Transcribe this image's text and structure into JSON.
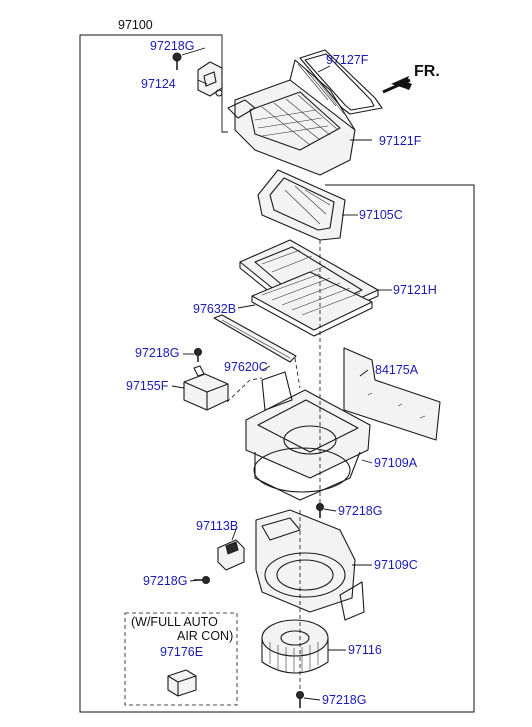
{
  "assembly_label": "97100",
  "direction_label": "FR.",
  "option_box": {
    "line1": "(W/FULL AUTO",
    "line2": "AIR CON)",
    "part": "97176E"
  },
  "parts": {
    "p97218G_top": "97218G",
    "p97124": "97124",
    "p97127F": "97127F",
    "p97121F": "97121F",
    "p97105C": "97105C",
    "p97121H": "97121H",
    "p97632B": "97632B",
    "p97218G_mid": "97218G",
    "p97620C": "97620C",
    "p84175A": "84175A",
    "p97155F": "97155F",
    "p97109A": "97109A",
    "p97218G_low": "97218G",
    "p97113B": "97113B",
    "p97109C": "97109C",
    "p97218G_left": "97218G",
    "p97116": "97116",
    "p97218G_bottom": "97218G"
  }
}
